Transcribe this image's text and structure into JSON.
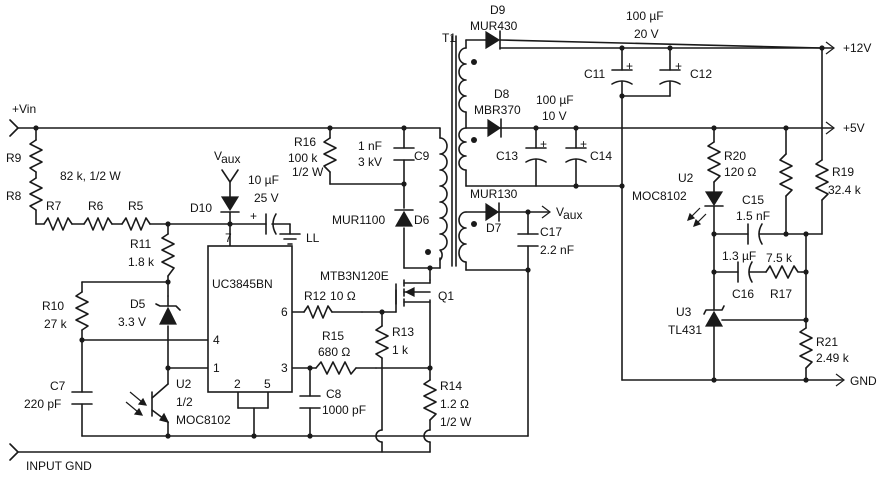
{
  "labels": {
    "vin": "+Vin",
    "input_gnd": "INPUT GND",
    "out_12v": "+12V",
    "out_5v": "+5V",
    "gnd": "GND",
    "vaux_top": "V",
    "vaux_top_sub": "aux",
    "vaux_right": "V",
    "vaux_right_sub": "aux",
    "t1": "T1",
    "ll": "LL",
    "plus": "+"
  },
  "components": {
    "r9": "R9",
    "r8": "R8",
    "r9r8_value": "82 k, 1/2 W",
    "r7": "R7",
    "r6": "R6",
    "r5": "R5",
    "r11": "R11",
    "r11_value": "1.8 k",
    "r10": "R10",
    "r10_value": "27 k",
    "d5": "D5",
    "d5_value": "3.3 V",
    "c7": "C7",
    "c7_value": "220 pF",
    "u2_left": "U2",
    "u2_left_frac": "1/2",
    "u2_left_part": "MOC8102",
    "d10": "D10",
    "c_cap_10u": "10 µF",
    "c_cap_25v": "25 V",
    "ic_part": "UC3845BN",
    "pin7": "7",
    "pin6": "6",
    "pin4": "4",
    "pin1": "1",
    "pin3": "3",
    "pin2": "2",
    "pin5": "5",
    "r16": "R16",
    "r16_value": "100 k",
    "r16_rating": "1/2 W",
    "c9": "C9",
    "c9_value": "1 nF",
    "c9_rating": "3 kV",
    "d6": "D6",
    "d6_part": "MUR1100",
    "q1": "Q1",
    "q1_part": "MTB3N120E",
    "r12": "R12",
    "r12_value": "10 Ω",
    "r13": "R13",
    "r13_value": "1 k",
    "r15": "R15",
    "r15_value": "680 Ω",
    "c8": "C8",
    "c8_value": "1000 pF",
    "r14": "R14",
    "r14_value": "1.2 Ω",
    "r14_rating": "1/2 W",
    "d9": "D9",
    "d9_part": "MUR430",
    "d8": "D8",
    "d8_part": "MBR370",
    "d7": "D7",
    "d7_part": "MUR130",
    "c17": "C17",
    "c17_value": "2.2 nF",
    "c11": "C11",
    "c12": "C12",
    "c11_value": "100 µF",
    "c11_rating": "20 V",
    "c13": "C13",
    "c14": "C14",
    "c13_value": "100 µF",
    "c13_rating": "10 V",
    "u2_right": "U2",
    "u2_right_part": "MOC8102",
    "r20": "R20",
    "r20_value": "120 Ω",
    "r19": "R19",
    "r19_value": "32.4 k",
    "c15": "C15",
    "c15_value": "1.5 nF",
    "c16": "C16",
    "c16_value": "1.3 µF",
    "r17": "R17",
    "r17_value": "7.5 k",
    "u3": "U3",
    "u3_part": "TL431",
    "r21": "R21",
    "r21_value": "2.49 k"
  }
}
